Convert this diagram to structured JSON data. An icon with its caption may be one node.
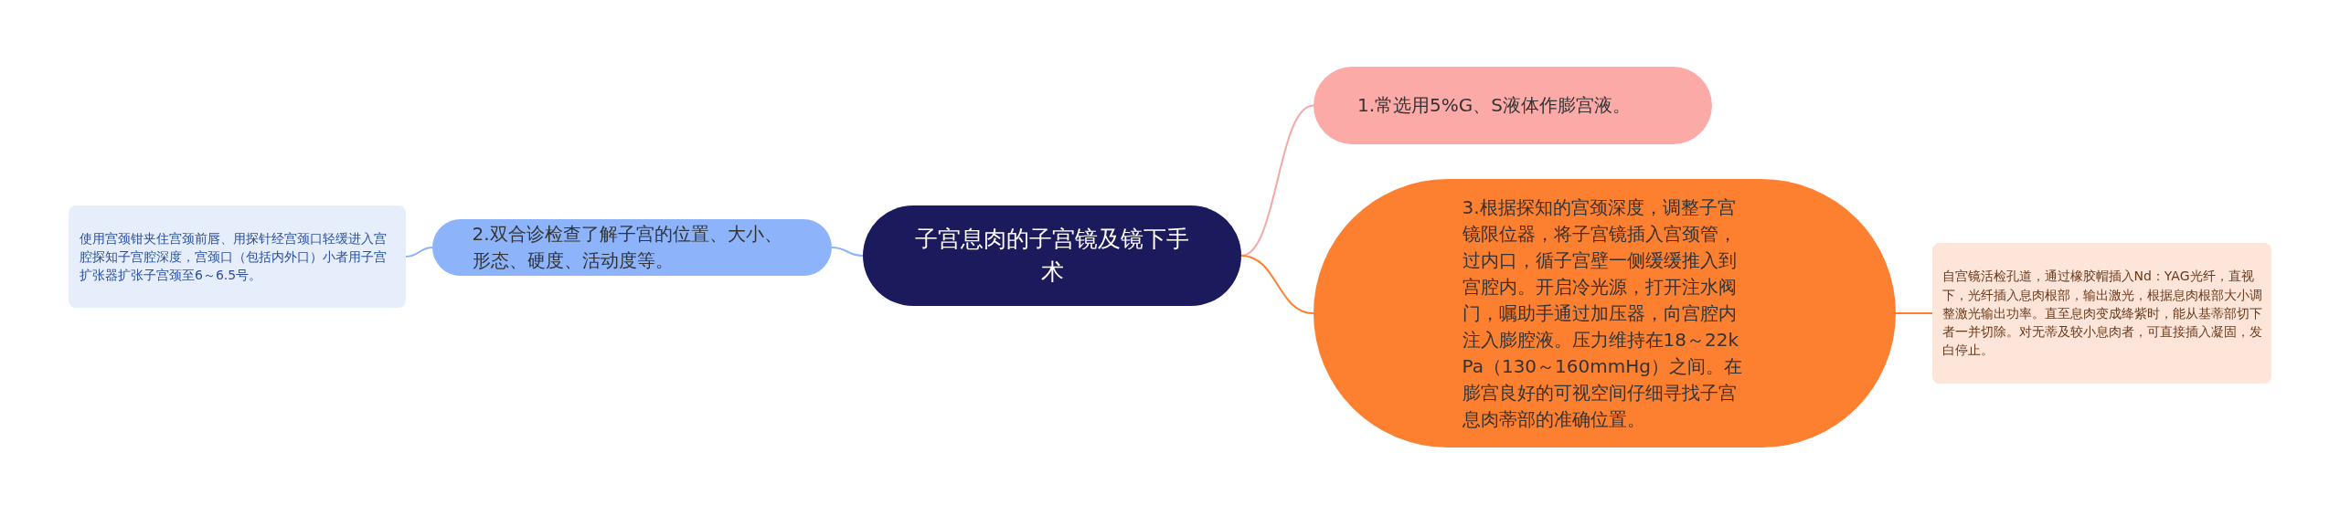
{
  "diagram": {
    "nodes": [
      {
        "text": [
          "子宫息肉的子宫镜及镜下手术"
        ]
      },
      {
        "text": [
          "1.常选用5%G、S液体作膨宫液。"
        ]
      },
      {
        "text": [
          "2.双合诊检查了解子宫的位置、大小、形态、硬度、活动度等。"
        ]
      },
      {
        "text": [
          "使用宫颈钳夹住宫颈前唇、用探针经宫颈口轻缓进入宫腔探知子宫腔深度，宫颈口（包括内外口）小者用子宫扩张器扩张子宫颈至6～6.5号。"
        ]
      },
      {
        "text": [
          "3.根据探知的宫颈深度，调整子宫镜限位器，将子宫镜插入宫颈管，过内口，循子宫壁一侧缓缓推入到宫腔内。开启冷光源，打开注水阀门，嘱助手通过加压器，向宫腔内注入膨腔液。压力维持在18～22kPa（130～160mmHg）之间。在膨宫良好的可视空间仔细寻找子宫息肉蒂部的准确位置。"
        ]
      },
      {
        "text": [
          "自宫镜活检孔道，通过橡胶帽插入Nd：YAG光纤，直视下，光纤插入息肉根部，输出激光，根据息肉根部大小调整激光输出功率。直至息肉变成绛紫时，能从基蒂部切下者一并切除。对无蒂及较小息肉者，可直接插入凝固，发白停止。"
        ]
      }
    ],
    "edges": [
      {
        "from": 0,
        "to": 1,
        "arrow": "none",
        "color": "#f4a9a6"
      },
      {
        "from": 0,
        "to": 2,
        "arrow": "none",
        "color": "#8db4fb"
      },
      {
        "from": 2,
        "to": 3,
        "arrow": "none",
        "color": "#8db4fb"
      },
      {
        "from": 0,
        "to": 4,
        "arrow": "none",
        "color": "#fd7f30"
      },
      {
        "from": 4,
        "to": 5,
        "arrow": "none",
        "color": "#fd7f30"
      }
    ]
  }
}
